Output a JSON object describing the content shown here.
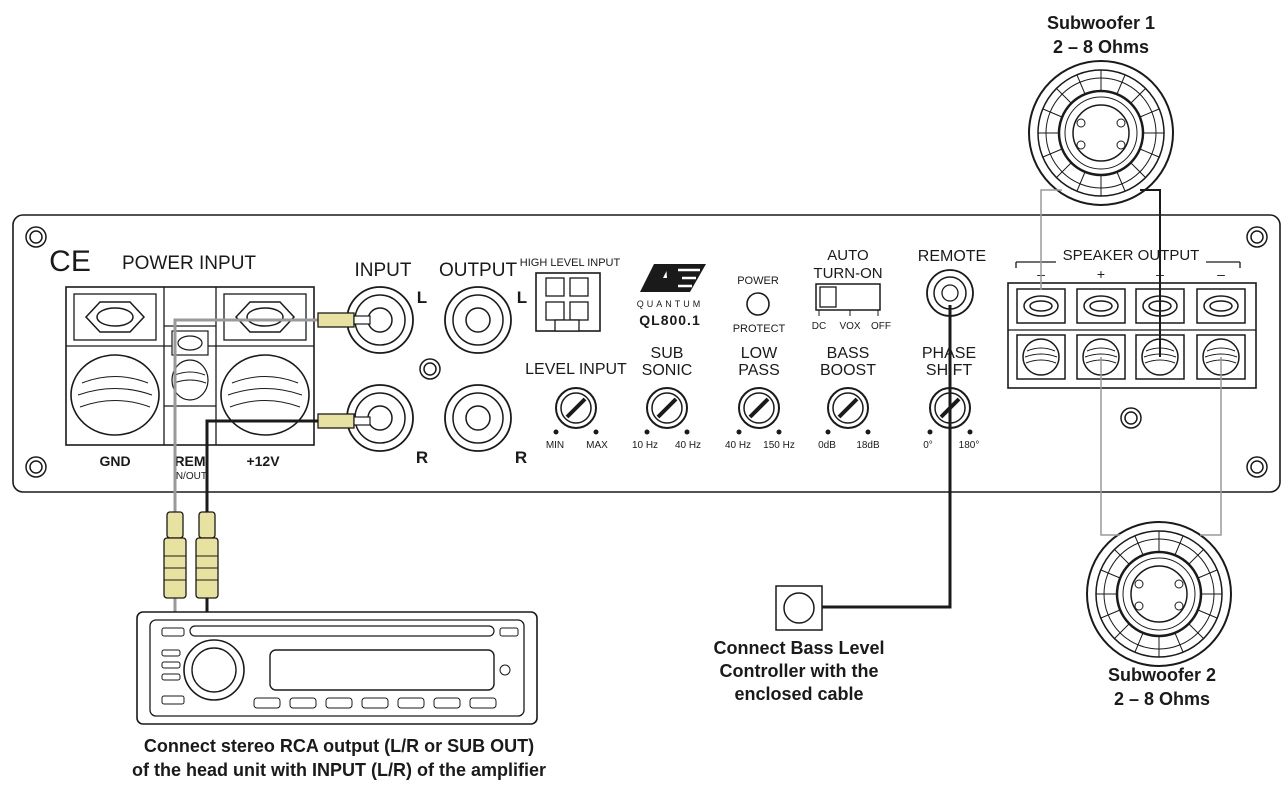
{
  "amplifier": {
    "ce_mark": "CE",
    "power_input": "POWER INPUT",
    "gnd": "GND",
    "rem": "REM",
    "rem_sub": "IN/OUT",
    "plus12": "+12V",
    "input": "INPUT",
    "output": "OUTPUT",
    "left": "L",
    "right": "R",
    "high_level_input": "HIGH LEVEL INPUT",
    "brand_sub": "QUANTUM",
    "model": "QL800.1",
    "power": "POWER",
    "protect": "PROTECT",
    "auto_turn_on_1": "AUTO",
    "auto_turn_on_2": "TURN-ON",
    "switch_dc": "DC",
    "switch_vox": "VOX",
    "switch_off": "OFF",
    "remote": "REMOTE",
    "speaker_output": "SPEAKER OUTPUT",
    "terminal_signs": [
      "–",
      "+",
      "–",
      "–"
    ],
    "knobs": {
      "level_input": {
        "label": "LEVEL INPUT",
        "min": "MIN",
        "max": "MAX"
      },
      "sub_sonic": {
        "label_1": "SUB",
        "label_2": "SONIC",
        "min": "10 Hz",
        "max": "40 Hz"
      },
      "low_pass": {
        "label_1": "LOW",
        "label_2": "PASS",
        "min": "40 Hz",
        "max": "150 Hz"
      },
      "bass_boost": {
        "label_1": "BASS",
        "label_2": "BOOST",
        "min": "0dB",
        "max": "18dB"
      },
      "phase_shift": {
        "label_1": "PHASE",
        "label_2": "SHIFT",
        "min": "0°",
        "max": "180°"
      }
    }
  },
  "subwoofer_1": {
    "title": "Subwoofer 1",
    "impedance": "2 – 8 Ohms"
  },
  "subwoofer_2": {
    "title": "Subwoofer 2",
    "impedance": "2 – 8 Ohms"
  },
  "captions": {
    "bass_controller_1": "Connect Bass Level",
    "bass_controller_2": "Controller with the",
    "bass_controller_3": "enclosed cable",
    "head_unit_1": "Connect stereo RCA output (L/R or SUB OUT)",
    "head_unit_2": "of the head unit with INPUT (L/R) of the amplifier"
  },
  "colors": {
    "line": "#1a1a1a",
    "wire_gray": "#9a9a9a",
    "rca_tip": "#e8e2a0",
    "panel": "#ffffff"
  }
}
